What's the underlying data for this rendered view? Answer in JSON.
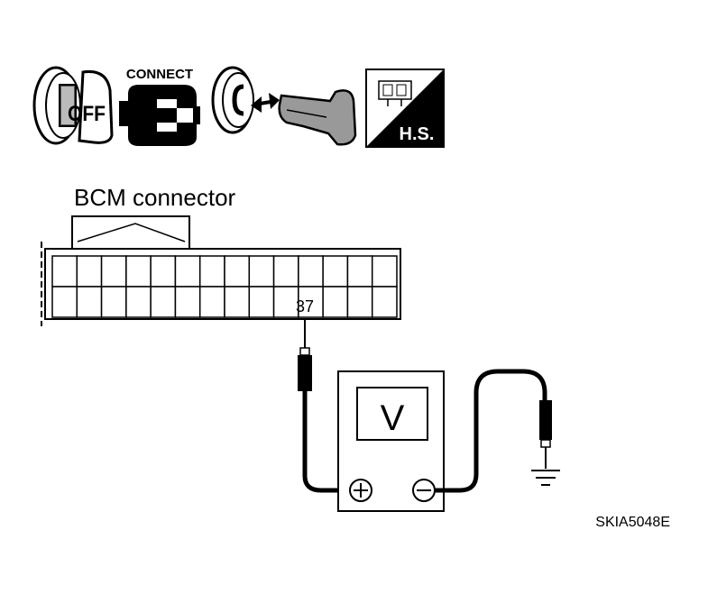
{
  "icons": {
    "ignition_label": "OFF",
    "connect_label": "CONNECT",
    "harness_label": "H.S."
  },
  "connector": {
    "title": "BCM connector",
    "terminal_label": "37",
    "rows": 2,
    "columns": 14
  },
  "meter": {
    "mode_label": "V",
    "positive_symbol": "+",
    "negative_symbol": "−"
  },
  "figure_code": "SKIA5048E"
}
